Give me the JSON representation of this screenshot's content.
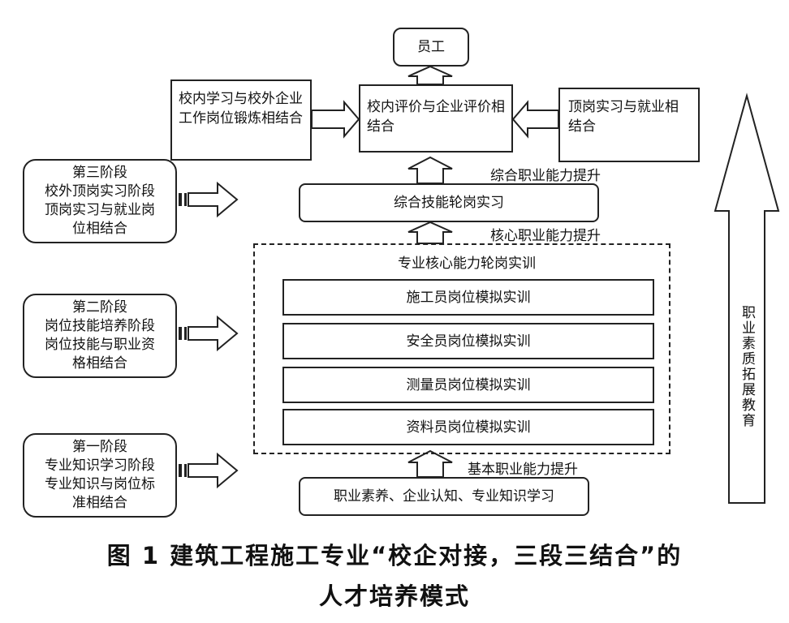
{
  "top": {
    "employee": "员工",
    "evaluation": "校内评价与企业评价相结合",
    "left_box": "校内学习与校外企业工作岗位锻炼相结合",
    "right_box": "顶岗实习与就业相结合"
  },
  "levels": {
    "comprehensive_improve": "综合职业能力提升",
    "comprehensive_rotation": "综合技能轮岗实习",
    "core_improve": "核心职业能力提升",
    "core_title": "专业核心能力轮岗实训",
    "basic_improve": "基本职业能力提升",
    "basic_box": "职业素养、企业认知、专业知识学习"
  },
  "trainings": [
    "施工员岗位模拟实训",
    "安全员岗位模拟实训",
    "测量员岗位模拟实训",
    "资料员岗位模拟实训"
  ],
  "stages": [
    {
      "name": "第三阶段",
      "lines": [
        "校外顶岗实习阶段",
        "顶岗实习与就业岗",
        "位相结合"
      ]
    },
    {
      "name": "第二阶段",
      "lines": [
        "岗位技能培养阶段",
        "岗位技能与职业资",
        "格相结合"
      ]
    },
    {
      "name": "第一阶段",
      "lines": [
        "专业知识学习阶段",
        "专业知识与岗位标",
        "准相结合"
      ]
    }
  ],
  "side_arrow_text": "职业素质拓展教育",
  "caption": {
    "line1": "图 1  建筑工程施工专业“校企对接，三段三结合”的",
    "line2": "人才培养模式"
  }
}
